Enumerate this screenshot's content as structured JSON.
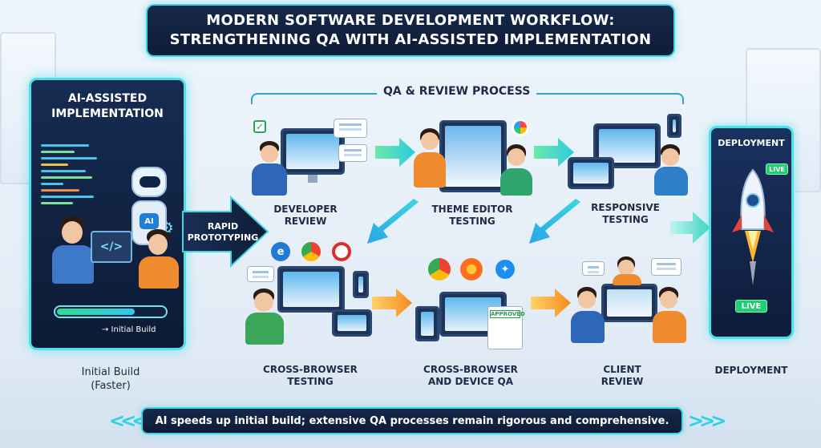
{
  "title": {
    "line1": "MODERN SOFTWARE DEVELOPMENT WORKFLOW:",
    "line2": "STRENGTHENING QA WITH AI-ASSISTED IMPLEMENTATION"
  },
  "ai_panel": {
    "title_line1": "AI-ASSISTED",
    "title_line2": "IMPLEMENTATION",
    "robot_badge": "AI",
    "laptop_glyph": "</>",
    "progress": 0.7,
    "progress_label": "→ Initial Build",
    "caption_line1": "Initial Build",
    "caption_line2": "(Faster)"
  },
  "rapid": {
    "line1": "RAPID",
    "line2": "PROTOTYPING"
  },
  "qa": {
    "header": "QA & REVIEW PROCESS",
    "steps": [
      {
        "line1": "DEVELOPER",
        "line2": "REVIEW"
      },
      {
        "line1": "THEME EDITOR",
        "line2": "TESTING"
      },
      {
        "line1": "RESPONSIVE",
        "line2": "TESTING"
      },
      {
        "line1": "CROSS-BROWSER",
        "line2": "TESTING"
      },
      {
        "line1": "CROSS-BROWSER",
        "line2": "AND DEVICE QA"
      },
      {
        "line1": "CLIENT",
        "line2": "REVIEW"
      }
    ],
    "approved_stamp": "APPROVED"
  },
  "deployment": {
    "panel_title": "DEPLOYMENT",
    "live_top": "LIVE",
    "live_bottom": "LIVE",
    "caption": "DEPLOYMENT"
  },
  "banner": "AI speeds up initial build; extensive QA processes remain rigorous and comprehensive.",
  "colors": {
    "navy": "#0d1c36",
    "cyan_border": "#3fd6e4",
    "arrow_cyan": "#3dd6e0",
    "arrow_orange": "#f5a623",
    "live_green": "#1fcf72"
  },
  "icons": [
    "gear-icon",
    "robot-icon",
    "code-icon",
    "chrome-icon",
    "firefox-icon",
    "opera-icon",
    "edge-icon",
    "safari-icon",
    "rocket-icon",
    "check-icon"
  ]
}
